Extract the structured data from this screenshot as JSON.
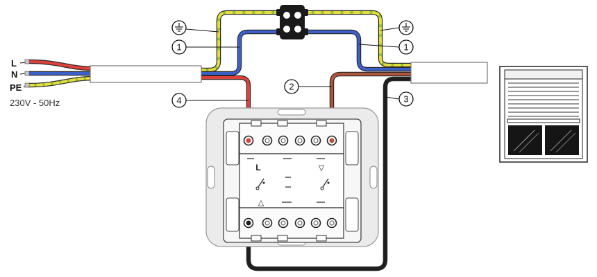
{
  "supply": {
    "l_label": "L",
    "n_label": "N",
    "pe_label": "PE",
    "voltage": "230V - 50Hz"
  },
  "callouts": {
    "ground_left_icon": "earth-ground-icon",
    "one_left": "1",
    "four": "4",
    "two": "2",
    "ground_right_icon": "earth-ground-icon",
    "one_right": "1",
    "three": "3"
  },
  "switch": {
    "l_marking": "L",
    "down_marking": "▽",
    "up_marking": "△",
    "icon": "blind-switch-insert-icon"
  },
  "load": {
    "icon": "roller-shutter-motor-icon"
  },
  "junction": {
    "icon": "terminal-connector-icon"
  },
  "wire_colors": {
    "line": "#e0403a",
    "neutral": "#3c5fc9",
    "earth": "#8fbf3a",
    "earth_stripe": "#e6dc3c",
    "brown": "#b0553a",
    "black": "#1e1e1e"
  }
}
